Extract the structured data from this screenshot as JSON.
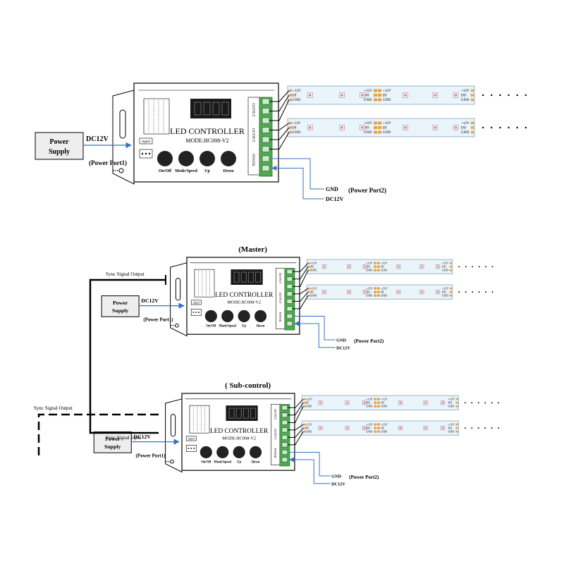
{
  "diagrams": [
    {
      "title": "",
      "controller_label": "LED CONTROLLER",
      "model": "MODE:HC008-V2",
      "buttons": [
        "On/Off",
        "Mode/Speed",
        "Up",
        "Down"
      ],
      "signal_label": "signal",
      "power_supply": [
        "Power",
        "Supply"
      ],
      "voltage_in": "DC12V",
      "port1": "(Power Port1)",
      "gnd": "GND",
      "dc12v_out": "DC12V",
      "port2": "(Power Port2)",
      "strip_pins": [
        "+12V",
        "DI",
        "GND"
      ],
      "strip_pins_out": [
        "+12V",
        "DO",
        "GND"
      ],
      "output_labels": [
        "OUTPUT",
        "OUTPUT",
        "POWER"
      ],
      "sync_labels": []
    },
    {
      "title": "(Master)",
      "controller_label": "LED CONTROLLER",
      "model": "MODE:HC008-V2",
      "buttons": [
        "On/Off",
        "Mode/Speed",
        "Up",
        "Down"
      ],
      "signal_label": "signal",
      "power_supply": [
        "Power",
        "Supply"
      ],
      "voltage_in": "DC12V",
      "port1": "(Power Port1)",
      "gnd": "GND",
      "dc12v_out": "DC12V",
      "port2": "(Power Port2)",
      "strip_pins": [
        "+12V",
        "DI",
        "GND"
      ],
      "strip_pins_out": [
        "+12V",
        "DO",
        "GND"
      ],
      "output_labels": [
        "OUTPUT",
        "OUTPUT",
        "POWER"
      ],
      "sync_labels": [
        "Sync Signal Output"
      ]
    },
    {
      "title": "( Sub-control)",
      "controller_label": "LED CONTROLLER",
      "model": "MODE:HC008-V2",
      "buttons": [
        "On/Off",
        "Mode/Speed",
        "Up",
        "Down"
      ],
      "signal_label": "signal",
      "power_supply": [
        "Power",
        "Supply"
      ],
      "voltage_in": "DC12V",
      "port1": "(Power Port1)",
      "gnd": "GND",
      "dc12v_out": "DC12V",
      "port2": "(Power Port2)",
      "strip_pins": [
        "+12V",
        "DI",
        "GND"
      ],
      "strip_pins_out": [
        "+12V",
        "DO",
        "GND"
      ],
      "output_labels": [
        "OUTPUT",
        "OUTPUT",
        "POWER"
      ],
      "sync_labels": [
        "Sync Signal Output",
        "Sync Signal Input"
      ]
    }
  ],
  "colors": {
    "line": "#000000",
    "arrow_blue": "#3a6fc4",
    "strip_fill": "#eaf4fb",
    "strip_border": "#9db4c8",
    "pad_orange": "#e8a24a",
    "led_pink": "#f07a86",
    "terminal_green": "#4faa52",
    "box_fill": "#eeeeee"
  }
}
